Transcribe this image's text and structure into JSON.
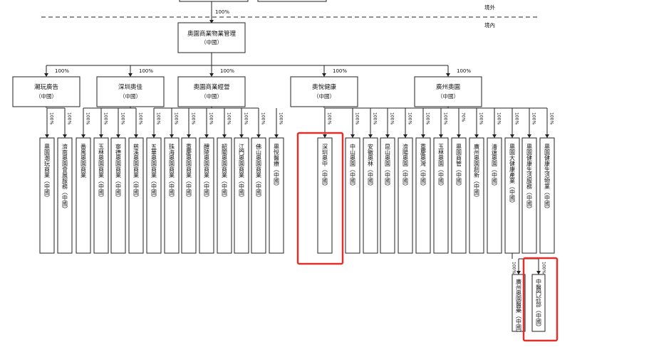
{
  "labels": {
    "outside": "境外",
    "inside": "境內"
  },
  "top": {
    "name": "奧園商業物業管理",
    "region": "（中國）",
    "pct_in": "100%"
  },
  "level2": [
    {
      "name": "潮玩廣告",
      "region": "（中國）",
      "pct": "100%",
      "children": [
        {
          "name": "奧園潮玩商業（中國）",
          "pct": "100%"
        },
        {
          "name": "濟南奧園會展服務（中國）",
          "pct": "100%"
        }
      ]
    },
    {
      "name": "深圳奧佳",
      "region": "（中國）",
      "pct": "100%",
      "children": [
        {
          "name": "番禺奧園商業",
          "pct": "100%"
        },
        {
          "name": "玉林奧園商業（中國）",
          "pct": "100%"
        },
        {
          "name": "寧德奧園商業（中國）",
          "pct": "100%"
        },
        {
          "name": "慈溪奧園商業（中國）",
          "pct": "100%"
        }
      ]
    },
    {
      "name": "奧園商業經營",
      "region": "（中國）",
      "pct": "100%",
      "children": [
        {
          "name": "五華奧園商業（中國）",
          "pct": "100%"
        },
        {
          "name": "珠海奧園商業（中國）",
          "pct": "100%"
        },
        {
          "name": "重慶奧園商業（中國）",
          "pct": "100%"
        },
        {
          "name": "醴陵奧園商業（中國）",
          "pct": "100%"
        },
        {
          "name": "韶關奧園商業（中國）",
          "pct": "100%"
        },
        {
          "name": "江門奧園商業（中國）",
          "pct": "100%"
        },
        {
          "name": "佛山奧園商業（中國）",
          "pct": "100%"
        }
      ]
    },
    {
      "name": "奧悅健康",
      "region": "（中國）",
      "pct": "100%",
      "children": [
        {
          "name": "奧悅醫療（中國）",
          "pct": "100%"
        }
      ]
    },
    {
      "name": "廣州奧園",
      "region": "（中國）",
      "pct": "100%",
      "children": [
        {
          "name": "深圳奧中（中國）",
          "pct": "100%"
        },
        {
          "name": "中山奧園（中國）",
          "pct": "100%"
        },
        {
          "name": "安徽奧林（中國）",
          "pct": "100%"
        },
        {
          "name": "昆山奧園（中國）",
          "pct": "100%"
        },
        {
          "name": "濟陽奧園（中國）",
          "pct": "100%"
        },
        {
          "name": "重慶奧灣（中國）",
          "pct": "100%"
        },
        {
          "name": "玉林奧園（中國）",
          "pct": "100%"
        },
        {
          "name": "奧園商管（中國）",
          "pct": "70%"
        },
        {
          "name": "廣州奧園創新（中國）",
          "pct": "100%"
        },
        {
          "name": "清遠奧園（中國）",
          "pct": "100%"
        },
        {
          "name": "奧園大健康產業（中國）",
          "pct": "100%",
          "children": [
            {
              "name": "廣州奧園醫藥（中國）",
              "pct": "100%"
            },
            {
              "name": "中醫門診部（中國）",
              "pct": "100%"
            }
          ]
        },
        {
          "name": "奧園健康生活服務（中國）",
          "pct": "100%"
        },
        {
          "name": "奧園健康生活物業（中國）",
          "pct": "100%"
        }
      ]
    }
  ]
}
